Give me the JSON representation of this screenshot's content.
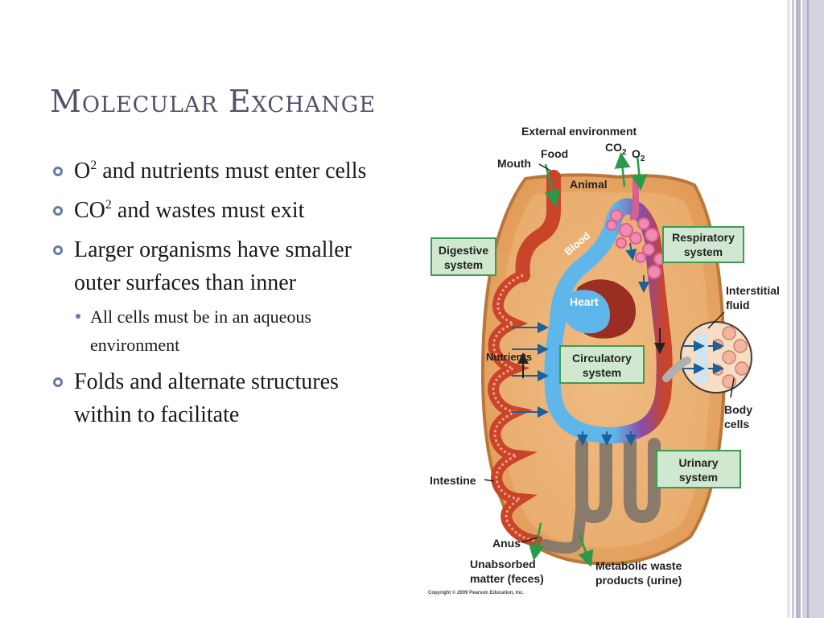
{
  "slide": {
    "title": "Molecular Exchange",
    "bullets": [
      {
        "lead": "O",
        "sup": "2",
        "rest": " and nutrients must enter cells"
      },
      {
        "lead": "CO",
        "sup": "2",
        "rest": " and wastes must exit"
      },
      {
        "lead": "",
        "sup": "",
        "rest": "Larger organisms have smaller outer surfaces than inner",
        "sub": [
          "All cells must be in an aqueous environment"
        ]
      },
      {
        "lead": "",
        "sup": "",
        "rest": "Folds and alternate structures within to facilitate"
      }
    ]
  },
  "figure": {
    "external_environment": "External environment",
    "co2": "CO",
    "co2_sub": "2",
    "o2": "O",
    "o2_sub": "2",
    "food": "Food",
    "mouth": "Mouth",
    "animal": "Animal",
    "digestive_1": "Digestive",
    "digestive_2": "system",
    "respiratory_1": "Respiratory",
    "respiratory_2": "system",
    "blood": "Blood",
    "heart": "Heart",
    "interstitial_1": "Interstitial",
    "interstitial_2": "fluid",
    "nutrients": "Nutrients",
    "circulatory_1": "Circulatory",
    "circulatory_2": "system",
    "body_1": "Body",
    "body_2": "cells",
    "urinary_1": "Urinary",
    "urinary_2": "system",
    "intestine": "Intestine",
    "anus": "Anus",
    "feces_1": "Unabsorbed",
    "feces_2": "matter (feces)",
    "urine_1": "Metabolic waste",
    "urine_2": "products (urine)",
    "copyright": "Copyright © 2009 Pearson Education, Inc."
  },
  "colors": {
    "title": "#505268",
    "bullet": "#6a7aa6",
    "body": "#e8a868",
    "box_fill": "#cfe8cf",
    "box_stroke": "#3e9a55",
    "arrow_green": "#2a9a4a",
    "blood_blue": "#5fb6ea",
    "gut_red": "#c8452a",
    "lung_pink": "#f08ab0",
    "kidney": "#8a7a6a"
  }
}
